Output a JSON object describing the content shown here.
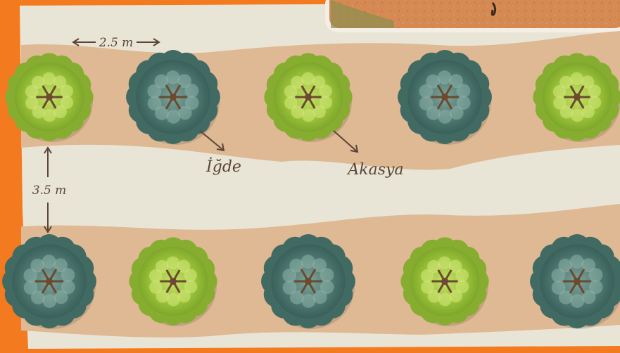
{
  "colors": {
    "frame": "#f47a1f",
    "paper": "#e9e5d6",
    "soil": "#dfb994",
    "photo_soil": "#d48a52",
    "ink": "#5b4536",
    "light_green_tree": "#9cc43a",
    "dark_teal_tree": "#4e7a72",
    "trunk": "#6b4a30"
  },
  "labels": {
    "tree_spacing": "2.5 m",
    "row_spacing": "3.5 m",
    "species_1": "İğde",
    "species_2": "Akasya"
  },
  "legend_icons": {
    "light_tree": "acacia-tree-icon",
    "dark_tree": "oleaster-tree-icon"
  },
  "rows": [
    {
      "name": "top-row",
      "trees": [
        "light",
        "dark",
        "light",
        "dark",
        "light"
      ]
    },
    {
      "name": "bottom-row",
      "trees": [
        "dark",
        "light",
        "dark",
        "light",
        "dark"
      ]
    }
  ]
}
